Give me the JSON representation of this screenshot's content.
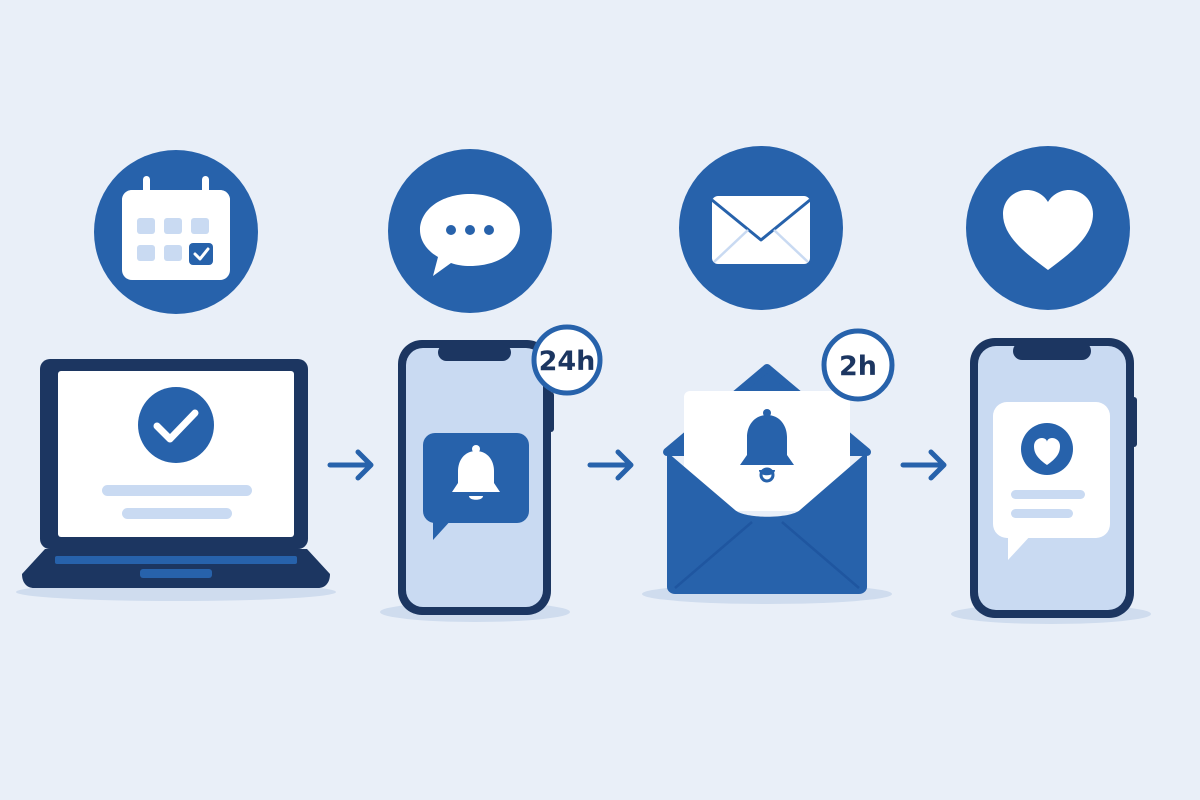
{
  "colors": {
    "background": "#e9eff8",
    "primary": "#2762ab",
    "dark_outline": "#1c3661",
    "light_blue": "#c9daf2",
    "pale_blue": "#dfe8f6",
    "shadow": "#cfdcee",
    "white": "#ffffff"
  },
  "steps": [
    {
      "circle_icon": "calendar-check-icon",
      "device": "laptop-confirmation",
      "badge": ""
    },
    {
      "circle_icon": "chat-bubble-icon",
      "device": "phone-push-notification",
      "badge": "24h"
    },
    {
      "circle_icon": "envelope-icon",
      "device": "email-notification",
      "badge": "2h"
    },
    {
      "circle_icon": "heart-icon",
      "device": "phone-feedback-message",
      "badge": ""
    }
  ],
  "flow": [
    "arrow-right-icon",
    "arrow-right-icon",
    "arrow-right-icon"
  ]
}
